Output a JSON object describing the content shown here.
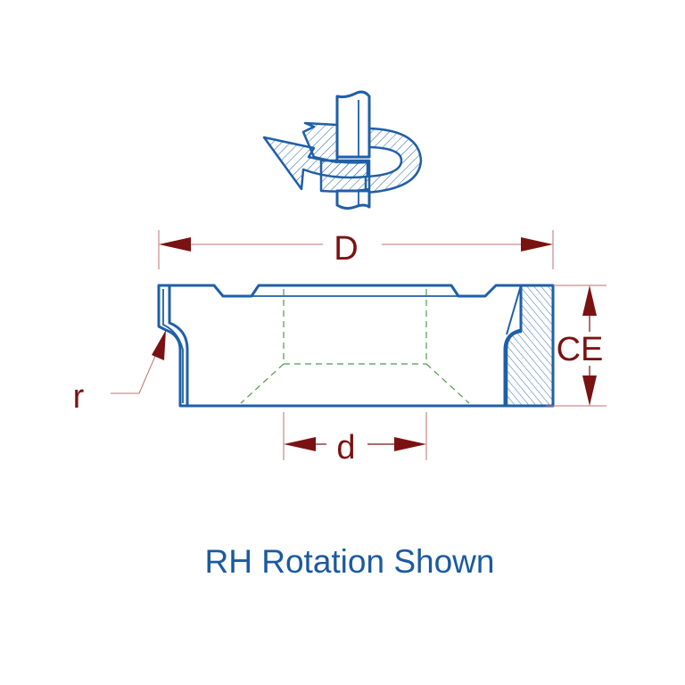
{
  "diagram": {
    "labels": {
      "outer_diameter": "D",
      "inner_diameter": "d",
      "height": "CE",
      "radius": "r"
    },
    "caption": "RH Rotation Shown",
    "colors": {
      "part_outline": "#1f5fa8",
      "dimension": "#7a1212",
      "hidden_line": "#4e9a4e",
      "caption": "#1a5aa0"
    },
    "icons": {
      "rotation": "rotation-arrow-icon"
    }
  }
}
